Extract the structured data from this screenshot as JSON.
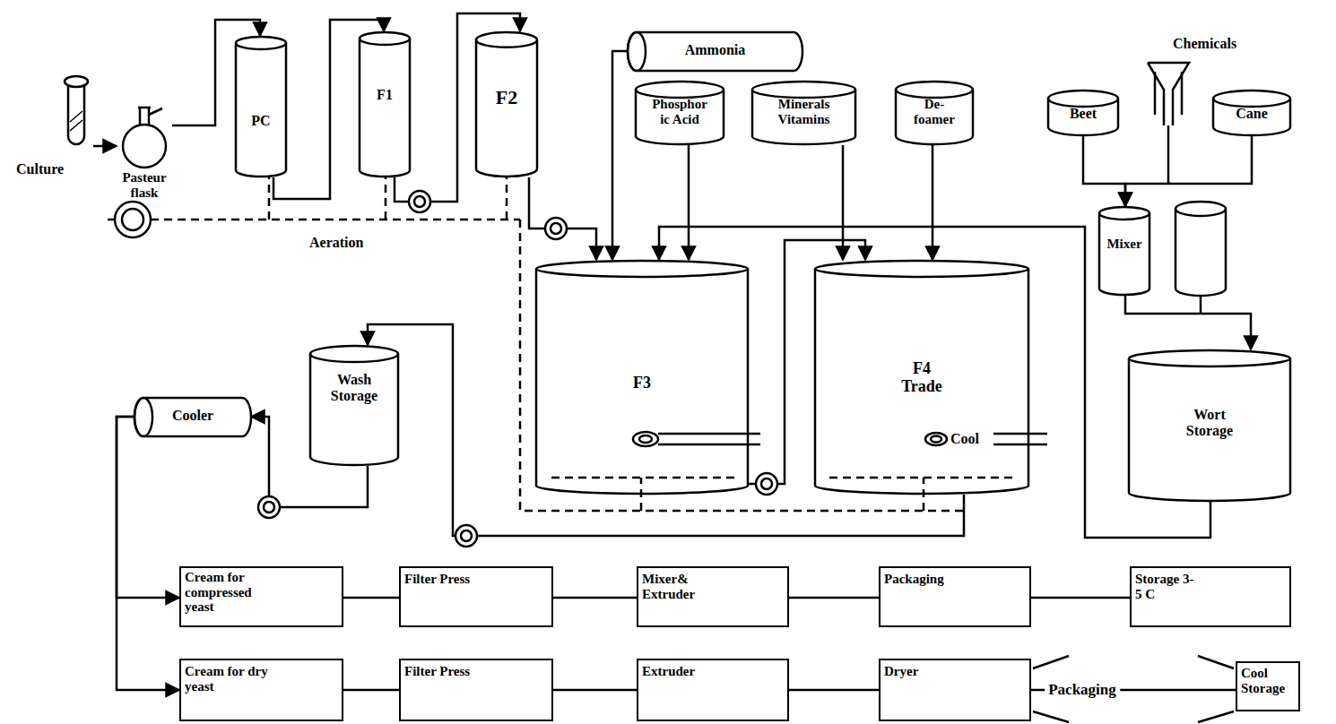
{
  "diagram": {
    "nodes": [
      {
        "text": [
          "Culture"
        ]
      },
      {
        "text": [
          "Pasteur flask"
        ]
      },
      {
        "text": [
          "PC"
        ]
      },
      {
        "text": [
          "F1"
        ]
      },
      {
        "text": [
          "F2"
        ]
      },
      {
        "text": [
          "Ammonia"
        ]
      },
      {
        "text": [
          "Phosphor ic Acid"
        ]
      },
      {
        "text": [
          "Minerals Vitamins"
        ]
      },
      {
        "text": [
          "De- foamer"
        ]
      },
      {
        "text": [
          "Beet"
        ]
      },
      {
        "text": [
          "Cane"
        ]
      },
      {
        "text": [
          "Mixer"
        ]
      },
      {
        "text": [
          "F3"
        ]
      },
      {
        "text": [
          "F4 Trade"
        ]
      },
      {
        "text": [
          "Wort Storage"
        ]
      },
      {
        "text": [
          "Wash Storage"
        ]
      },
      {
        "text": [
          "Cooler"
        ]
      },
      {
        "text": [
          "Cream for compressed yeast"
        ]
      },
      {
        "text": [
          "Filter Press"
        ]
      },
      {
        "text": [
          "Mixer& Extruder"
        ]
      },
      {
        "text": [
          "Packaging"
        ]
      },
      {
        "text": [
          "Storage 3-5 C"
        ]
      },
      {
        "text": [
          "Cream for dry yeast"
        ]
      },
      {
        "text": [
          "Filter Press"
        ]
      },
      {
        "text": [
          "Extruder"
        ]
      },
      {
        "text": [
          "Dryer"
        ]
      },
      {
        "text": [
          "Cool Storage"
        ]
      }
    ],
    "edges": [
      {
        "from": 0,
        "to": 1,
        "arrow": "to"
      },
      {
        "from": 1,
        "to": 2,
        "arrow": "to"
      },
      {
        "from": 2,
        "to": 3,
        "arrow": "to"
      },
      {
        "from": 3,
        "to": 4,
        "arrow": "to"
      },
      {
        "from": 4,
        "to": 12,
        "arrow": "to"
      },
      {
        "from": 5,
        "to": 12,
        "arrow": "to"
      },
      {
        "from": 6,
        "to": 12,
        "arrow": "to"
      },
      {
        "from": 7,
        "to": 13,
        "arrow": "to"
      },
      {
        "from": 8,
        "to": 13,
        "arrow": "to"
      },
      {
        "from": 9,
        "to": 11,
        "arrow": "to"
      },
      {
        "from": 10,
        "to": 11,
        "arrow": "to"
      },
      {
        "from": 11,
        "to": 14,
        "arrow": "to"
      },
      {
        "from": 14,
        "to": 12,
        "arrow": "to"
      },
      {
        "from": 12,
        "to": 13,
        "arrow": "to"
      },
      {
        "from": 13,
        "to": 15,
        "arrow": "to"
      },
      {
        "from": 15,
        "to": 16,
        "arrow": "to"
      },
      {
        "from": 16,
        "to": 17,
        "arrow": "to"
      },
      {
        "from": 16,
        "to": 22,
        "arrow": "to"
      },
      {
        "from": 17,
        "to": 18,
        "arrow": "none"
      },
      {
        "from": 18,
        "to": 19,
        "arrow": "none"
      },
      {
        "from": 19,
        "to": 20,
        "arrow": "none"
      },
      {
        "from": 20,
        "to": 21,
        "arrow": "none"
      },
      {
        "from": 22,
        "to": 23,
        "arrow": "none"
      },
      {
        "from": 23,
        "to": 24,
        "arrow": "none"
      },
      {
        "from": 24,
        "to": 25,
        "arrow": "none"
      },
      {
        "from": 25,
        "to": 26,
        "label": "Packaging",
        "arrow": "none"
      }
    ],
    "labels": [
      "Chemicals",
      "Aeration",
      "Cool"
    ]
  }
}
